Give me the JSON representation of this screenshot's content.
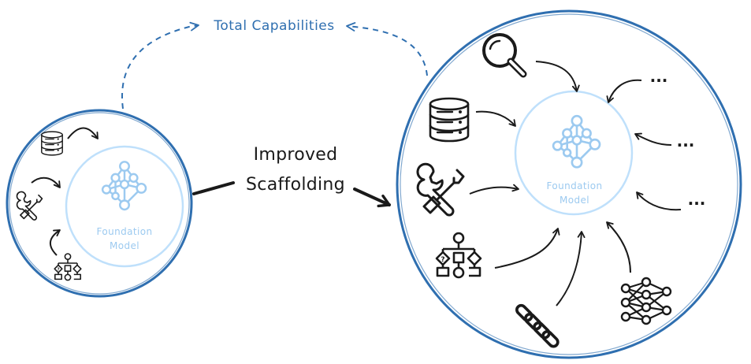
{
  "diagram": {
    "total_capabilities_label": "Total Capabilities",
    "scaffolding_label_line1": "Improved",
    "scaffolding_label_line2": "Scaffolding",
    "small_model": {
      "label_line1": "Foundation",
      "label_line2": "Model",
      "tools": [
        "database-icon",
        "tools-icon",
        "flowchart-icon"
      ]
    },
    "large_model": {
      "label_line1": "Foundation",
      "label_line2": "Model",
      "tools": [
        "search-icon",
        "database-icon",
        "tools-icon",
        "flowchart-icon",
        "chain-icon",
        "neural-network-icon"
      ],
      "more_1": "...",
      "more_2": "...",
      "more_3": "..."
    },
    "colors": {
      "outer_circle": "#2f6fb0",
      "inner_circle": "#bfe0fb",
      "network_icon": "#9ccaf0",
      "ink": "#1a1a1a"
    }
  }
}
